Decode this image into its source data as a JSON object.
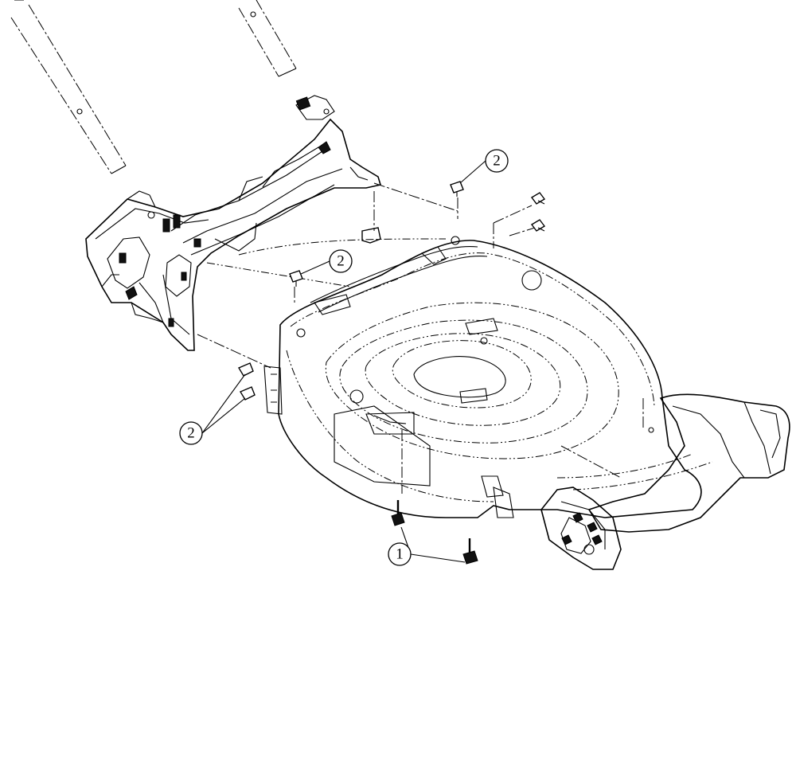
{
  "callouts": [
    {
      "id": "c1",
      "label": "1"
    },
    {
      "id": "c2a",
      "label": "2"
    },
    {
      "id": "c2b",
      "label": "2"
    },
    {
      "id": "c2c",
      "label": "2"
    }
  ]
}
